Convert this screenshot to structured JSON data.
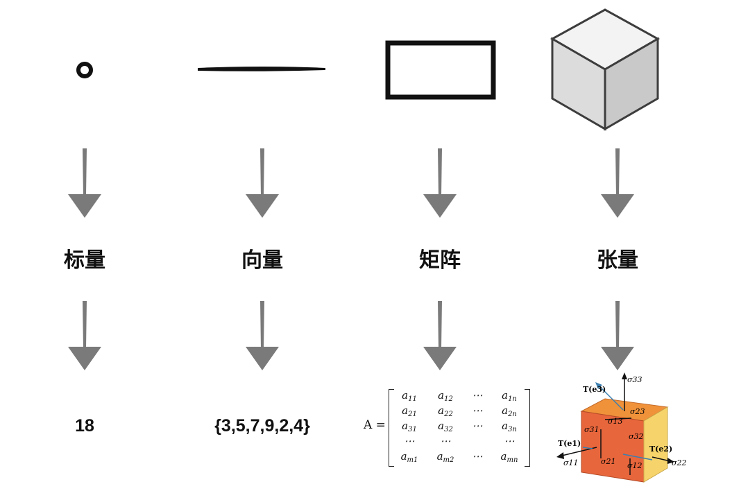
{
  "columns": [
    {
      "label": "标量",
      "example": "18"
    },
    {
      "label": "向量",
      "example": "{3,5,7,9,2,4}"
    },
    {
      "label": "矩阵",
      "example": ""
    },
    {
      "label": "张量",
      "example": ""
    }
  ],
  "matrix": {
    "lhs": "A =",
    "rows": [
      [
        "a",
        "11",
        "a",
        "12",
        "⋯",
        "",
        "a",
        "1n"
      ],
      [
        "a",
        "21",
        "a",
        "22",
        "⋯",
        "",
        "a",
        "2n"
      ],
      [
        "a",
        "31",
        "a",
        "32",
        "⋯",
        "",
        "a",
        "3n"
      ],
      [
        "⋯",
        "",
        "⋯",
        "",
        "",
        "",
        "⋯",
        ""
      ],
      [
        "a",
        "m1",
        "a",
        "m2",
        "⋯",
        "",
        "a",
        "mn"
      ]
    ]
  },
  "tensor": {
    "labels": {
      "sigma33": "σ33",
      "sigma23": "σ23",
      "sigma13": "σ13",
      "sigma31": "σ31",
      "sigma32": "σ32",
      "sigma21": "σ21",
      "sigma11": "σ11",
      "sigma12": "σ12",
      "sigma22": "σ22",
      "t1": "T(e1)",
      "t2": "T(e2)",
      "t3": "T(e3)"
    }
  },
  "colors": {
    "ink": "#111111",
    "arrow": "#7a7a7a",
    "cube_top": "#f3f3f3",
    "cube_left": "#dcdcdc",
    "cube_right": "#c9c9c9",
    "cube_edge": "#3d3d3d",
    "tensor_top": "#f0923a",
    "tensor_left": "#e8663c",
    "tensor_right": "#f7d46b",
    "tensor_arrow_blue": "#3b7fb0"
  }
}
